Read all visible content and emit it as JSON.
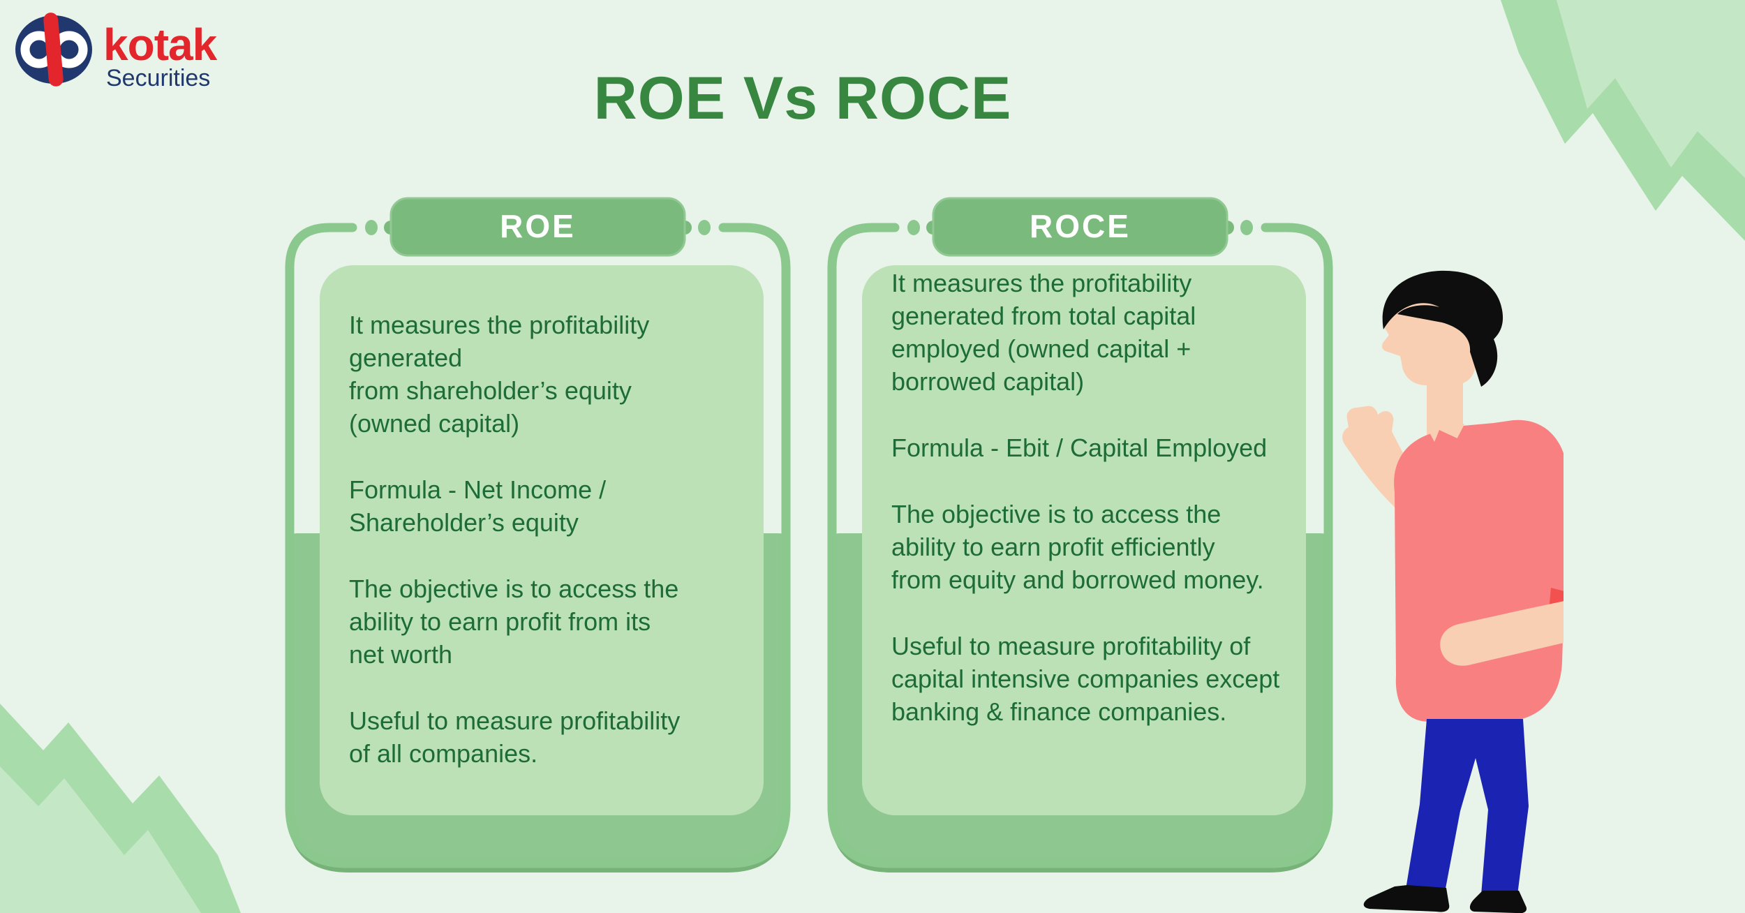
{
  "brand": {
    "name": "kotak",
    "sub": "Securities",
    "logo_icon": "kotak-infinity-logo",
    "brand_red": "#e2262c",
    "brand_navy": "#20386e"
  },
  "title": "ROE Vs ROCE",
  "cards": [
    {
      "badge": "ROE",
      "paragraphs": [
        "It measures the profitability\ngenerated\nfrom shareholder’s equity\n(owned capital)",
        "Formula - Net Income /\nShareholder’s equity",
        "The objective is to access the\nability to earn profit from its\nnet worth",
        "Useful to measure profitability\nof all companies."
      ]
    },
    {
      "badge": "ROCE",
      "paragraphs": [
        "It measures the profitability\ngenerated from total capital\nemployed (owned capital +\nborrowed capital)",
        "Formula - Ebit / Capital Employed",
        "The objective is to access the\nability to earn profit efficiently\nfrom equity and borrowed money.",
        "Useful to measure profitability of\ncapital intensive companies except\nbanking & finance companies."
      ]
    }
  ],
  "illustration": {
    "figure": "man-pointing-at-roce-card",
    "shirt_color": "#f88080",
    "cuff_color": "#f2514f",
    "skin_color": "#f8cfb2",
    "pants_color": "#1b23b2",
    "hair_color": "#0e0e0e",
    "shoe_color": "#0d0d0d"
  },
  "colors": {
    "background": "#e8f3e9",
    "corner_decor": "#a8dcab",
    "title_green": "#378741",
    "text_green": "#1d6c37",
    "card_outline": "#8bc88e",
    "badge_fill": "#7bba7d",
    "badge_text": "#ffffff",
    "tray_fill": "#8ec78f",
    "tray_shadow": "#77b279",
    "panel_fill": "#bce1b7"
  }
}
